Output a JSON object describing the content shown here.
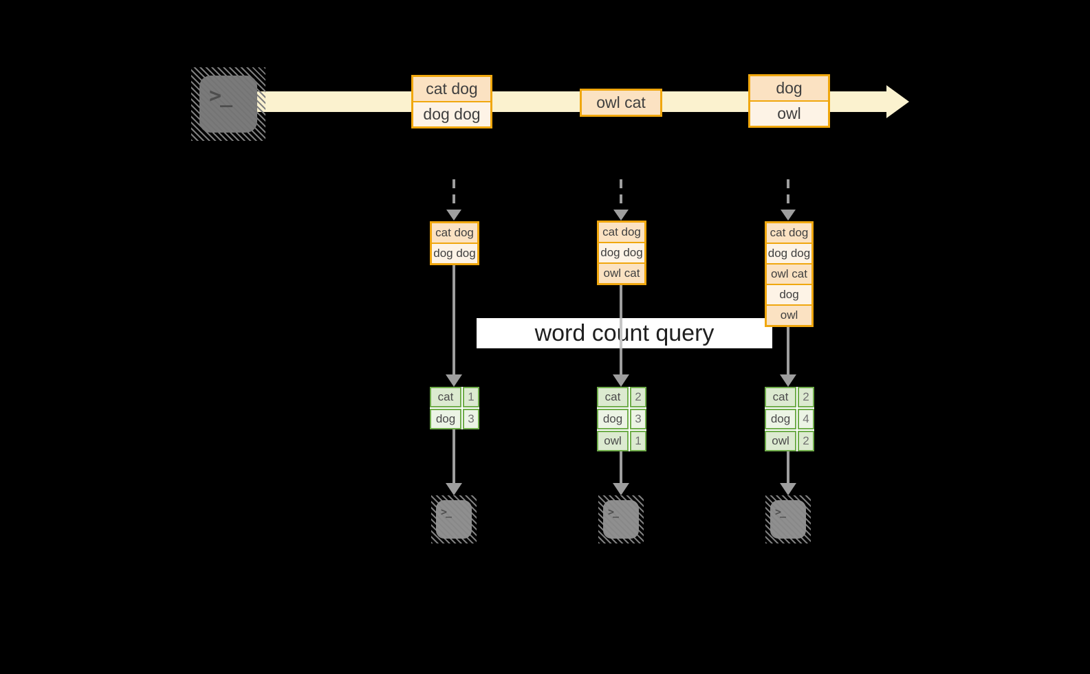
{
  "query_label": "word count query",
  "prompt_glyph": ">_",
  "stream": {
    "batches": [
      {
        "lines": [
          "cat dog",
          "dog dog"
        ]
      },
      {
        "lines": [
          "owl cat"
        ]
      },
      {
        "lines": [
          "dog",
          "owl"
        ]
      }
    ]
  },
  "columns": [
    {
      "state": [
        "cat dog",
        "dog dog"
      ],
      "result": [
        {
          "word": "cat",
          "count": "1"
        },
        {
          "word": "dog",
          "count": "3"
        }
      ]
    },
    {
      "state": [
        "cat dog",
        "dog dog",
        "owl cat"
      ],
      "result": [
        {
          "word": "cat",
          "count": "2"
        },
        {
          "word": "dog",
          "count": "3"
        },
        {
          "word": "owl",
          "count": "1"
        }
      ]
    },
    {
      "state": [
        "cat dog",
        "dog dog",
        "owl cat",
        "dog",
        "owl"
      ],
      "result": [
        {
          "word": "cat",
          "count": "2"
        },
        {
          "word": "dog",
          "count": "4"
        },
        {
          "word": "owl",
          "count": "2"
        }
      ]
    }
  ],
  "colors": {
    "background": "#000000",
    "stream_band": "#fbf2cf",
    "box_border": "#f0a70e",
    "row_peach": "#fbe2c2",
    "row_cream": "#fdf3e6",
    "table_border": "#6fad4a",
    "table_cell": "#dcead0",
    "table_cell_light": "#ecf4e5",
    "arrow_gray": "#9e9e9e",
    "terminal_gray": "#7a7a7a",
    "sink_gray": "#8f8f8f"
  }
}
